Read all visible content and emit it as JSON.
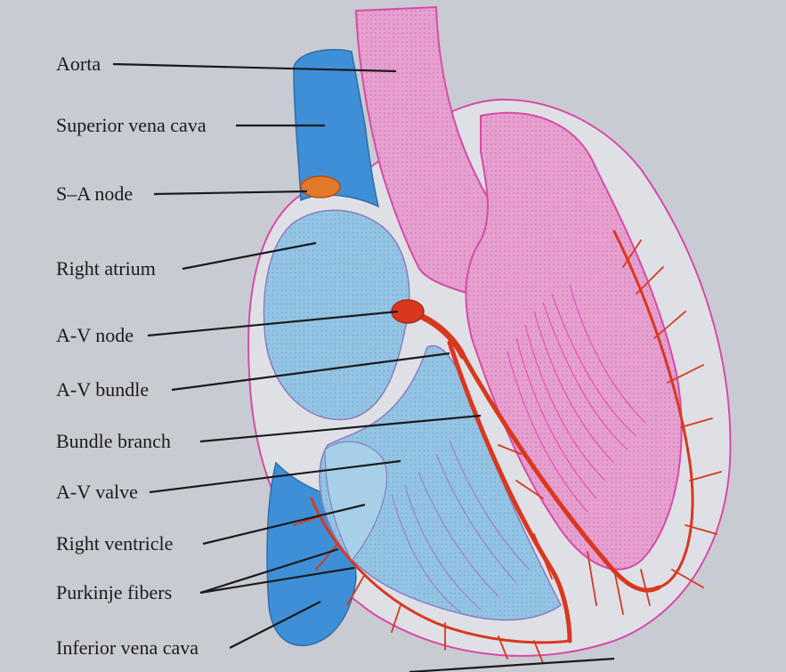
{
  "labels": {
    "aorta": "Aorta",
    "superior_vena_cava": "Superior vena cava",
    "sa_node": "S–A node",
    "right_atrium": "Right atrium",
    "av_node": "A-V node",
    "av_bundle": "A-V bundle",
    "bundle_branch": "Bundle branch",
    "av_valve": "A-V valve",
    "right_ventricle": "Right ventricle",
    "purkinje_fibers": "Purkinje fibers",
    "inferior_vena_cava": "Inferior vena cava"
  },
  "colors": {
    "background": "#c9cbd2",
    "vena_cava_blue": "#3f8fd6",
    "chamber_blue": "#8fc0e0",
    "heart_pink": "#e28ac4",
    "outline_magenta": "#d84aa6",
    "conduction_red": "#d9381e",
    "node_orange": "#e05a1f"
  }
}
